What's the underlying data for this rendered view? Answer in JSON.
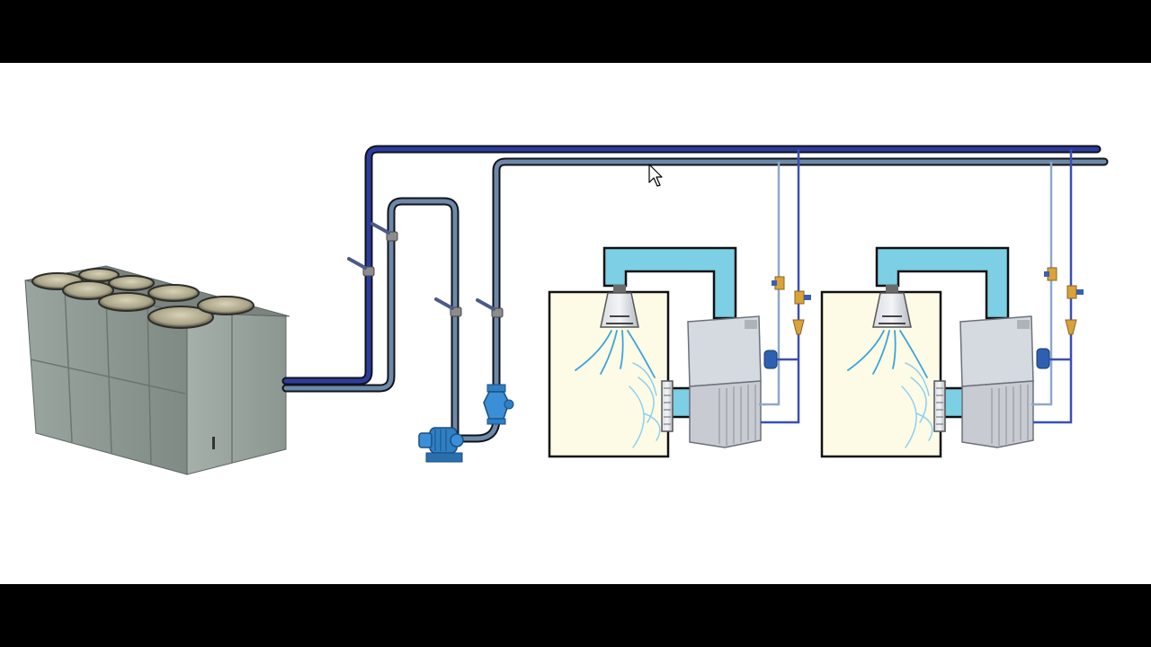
{
  "canvas": {
    "background": "#ffffff",
    "letterbox": "#000000"
  },
  "colors": {
    "supply_pipe": "#2c3c9e",
    "return_pipe": "#6e88a8",
    "duct": "#7ccfe4",
    "room_fill": "#fdfbe6",
    "airflow": "#3aa4dd",
    "pump": "#2f7fc4",
    "valve_brass": "#d9a23a",
    "chiller_body": "#8f9a94"
  },
  "components": {
    "chiller": {
      "icon": "air-cooled-chiller-icon",
      "fan_count": 8
    },
    "pump": {
      "icon": "circulation-pump-icon"
    },
    "check_valve": {
      "icon": "check-valve-icon"
    },
    "ball_valves": {
      "icon": "ball-valve-icon",
      "count": 4
    },
    "units": [
      {
        "icon": "air-handling-unit-icon",
        "room": "room-1"
      },
      {
        "icon": "air-handling-unit-icon",
        "room": "room-2"
      }
    ]
  },
  "cursor": {
    "icon": "mouse-pointer-icon"
  }
}
